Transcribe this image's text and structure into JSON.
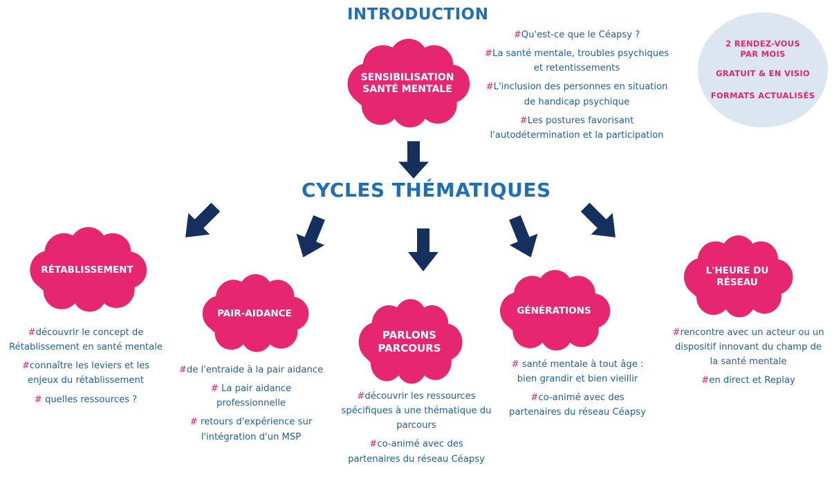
{
  "colors": {
    "cloud": "#e6266f",
    "arrow": "#16305e",
    "heading": "#1f6fb6",
    "bullet_text": "#1f5ea1",
    "hash": "#e6266f",
    "info_bg": "#dce6f1"
  },
  "headings": {
    "introduction": "INTRODUCTION",
    "cycles": "CYCLES THÉMATIQUES"
  },
  "intro": {
    "cloud_label": "SENSIBILISATION\nSANTÉ MENTALE",
    "bullets": [
      {
        "hash": "#",
        "text": "Qu'est-ce que le Céapsy ?"
      },
      {
        "hash": "#",
        "text": "La santé mentale, troubles psychiques et retentissements"
      },
      {
        "hash": "#",
        "text": "L'inclusion des personnes en situation de handicap psychique"
      },
      {
        "hash": "#",
        "text": "Les postures favorisant l'autodétermination et la participation"
      }
    ]
  },
  "info": {
    "line1": "2 RENDEZ-VOUS",
    "line2": "PAR MOIS",
    "line3": "GRATUIT & EN  VISIO",
    "line4": "FORMATS ACTUALISÉS"
  },
  "themes": {
    "retablissement": {
      "label": "RÉTABLISSEMENT",
      "bullets": [
        {
          "hash": "#",
          "text": "découvrir le concept de Rétablissement en santé mentale"
        },
        {
          "hash": "#",
          "text": "connaître les leviers et les enjeux du rétablissement"
        },
        {
          "hash": "#",
          "text": " quelles ressources ?"
        }
      ]
    },
    "pair_aidance": {
      "label": "PAIR-AIDANCE",
      "bullets": [
        {
          "hash": "#",
          "text": "de l'entraide à la pair aidance"
        },
        {
          "hash": "#",
          "text": " La pair aidance professionnelle"
        },
        {
          "hash": "#",
          "text": " retours d'expérience sur l'intégration d'un MSP"
        }
      ]
    },
    "parlons_parcours": {
      "label": "PARLONS\nPARCOURS",
      "bullets": [
        {
          "hash": "#",
          "text": "découvrir les ressources spécifiques à une thématique du parcours"
        },
        {
          "hash": "#",
          "text": "co-animé avec des partenaires du réseau Céapsy"
        }
      ]
    },
    "generations": {
      "label": "GÉNÉRATIONS",
      "bullets": [
        {
          "hash": "#",
          "text": " santé mentale à tout âge : bien grandir et bien vieillir"
        },
        {
          "hash": "#",
          "text": "co-animé avec des partenaires du réseau Céapsy"
        }
      ]
    },
    "heure_reseau": {
      "label": "L'HEURE DU\nRÉSEAU",
      "bullets": [
        {
          "hash": "#",
          "text": "rencontre avec un acteur ou un dispositif innovant du champ de la santé mentale"
        },
        {
          "hash": "#",
          "text": "en direct et Replay"
        }
      ]
    }
  }
}
